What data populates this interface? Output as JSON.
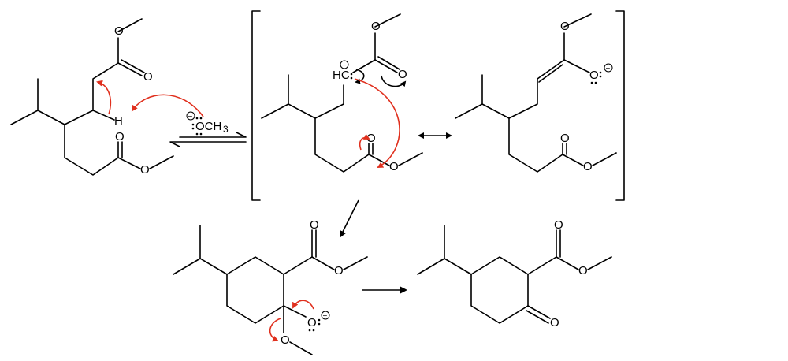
{
  "labels": {
    "m1_o_ester_top": "O",
    "m1_o_carbonyl_top": "O",
    "m1_h": "H",
    "m1_o_carbonyl_bot": "O",
    "m1_o_ester_bot": "O",
    "methoxide": "OCH",
    "methoxide_sub": "3",
    "m2_hc": "HC",
    "m2_o_ester_top": "O",
    "m2_o_carbonyl_top": "O",
    "m2_o_carbonyl_bot": "O",
    "m2_o_ester_bot": "O",
    "m3_o_ester_top": "O",
    "m3_o_enolate": "O",
    "m3_o_carbonyl_bot": "O",
    "m3_o_ester_bot": "O",
    "m4_o_carbonyl": "O",
    "m4_o_ester": "O",
    "m4_o_alkoxide": "O",
    "m4_o_methoxy": "O",
    "m5_o_carbonyl": "O",
    "m5_o_ester": "O",
    "m5_o_ketone": "O",
    "charge_minus": "−"
  },
  "colors": {
    "mechanism_arrow": "#e0301e",
    "bond": "#000000"
  }
}
